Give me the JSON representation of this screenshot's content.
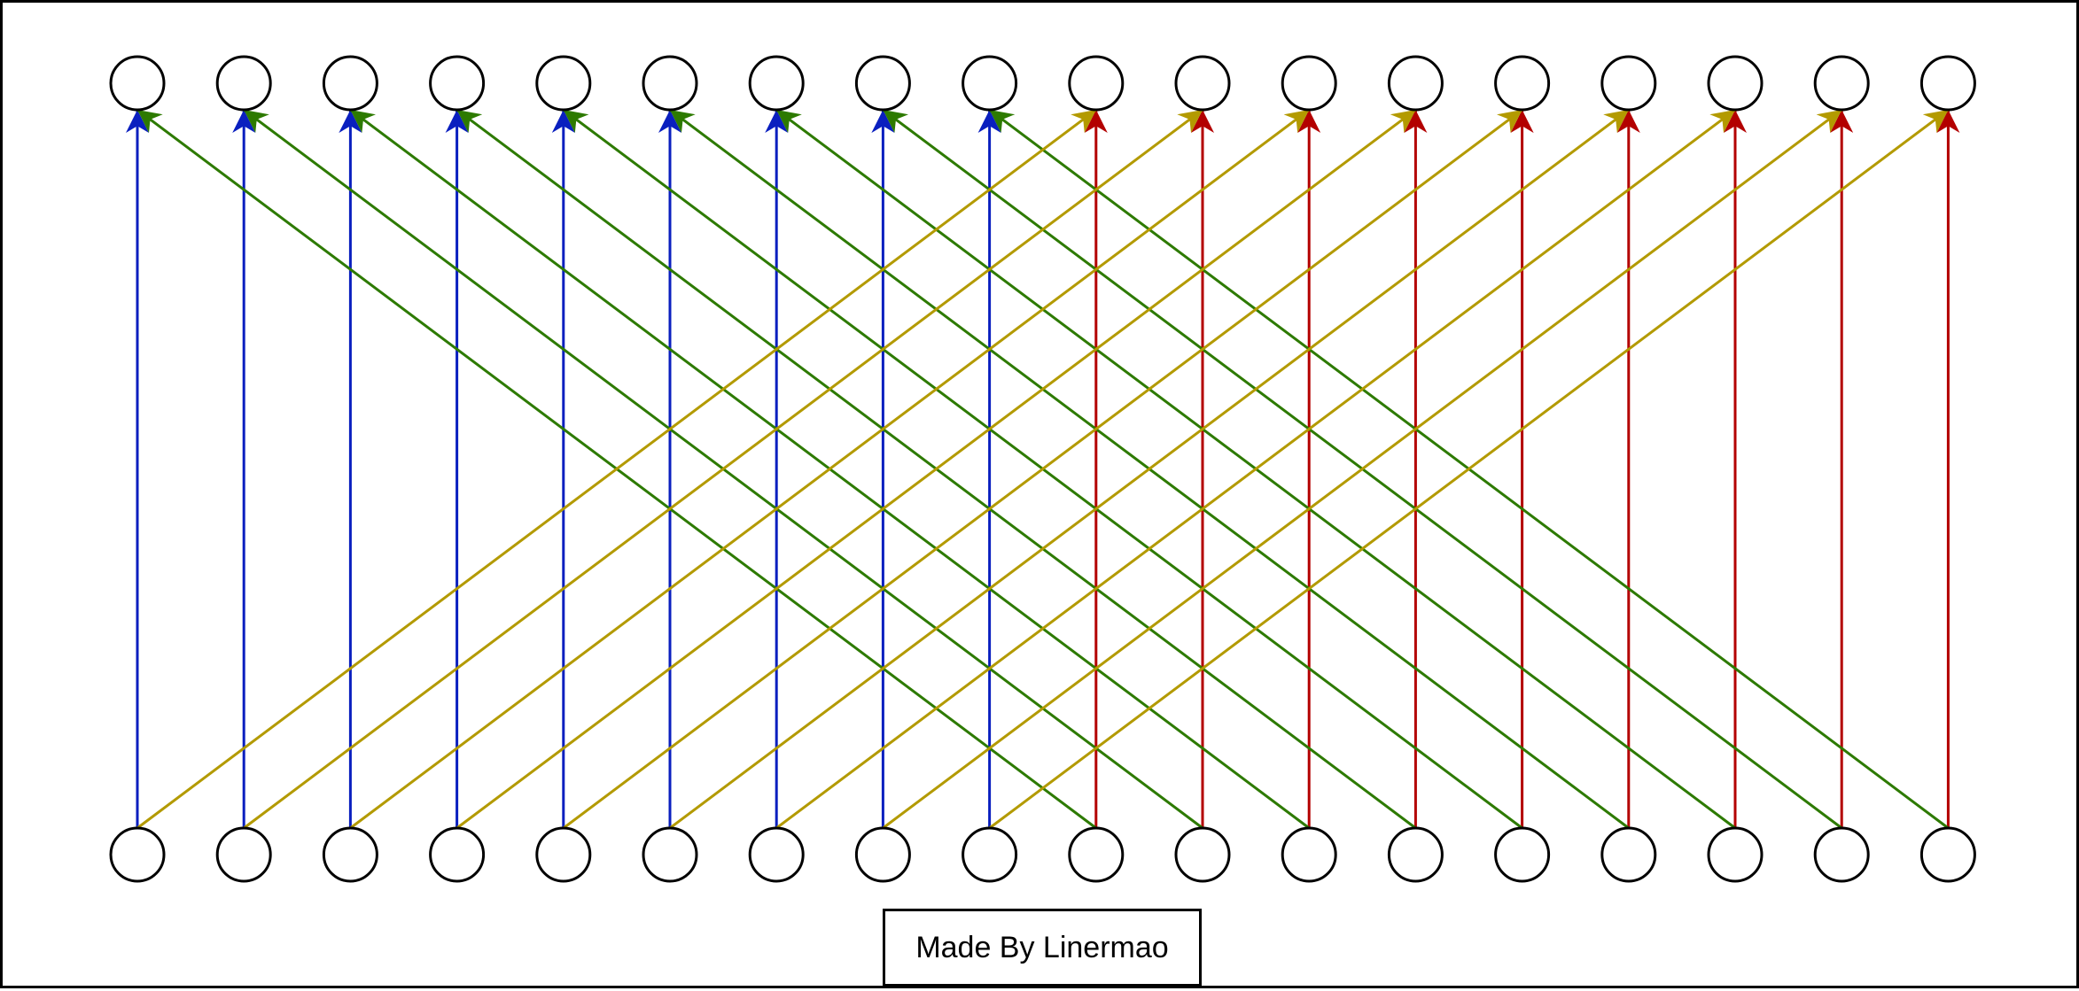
{
  "diagram": {
    "node_count": 18,
    "rows": [
      "top",
      "bottom"
    ],
    "node_style": {
      "fill": "#ffffff",
      "stroke": "#000000"
    },
    "edge_colors": {
      "vertical_left": "#0a1fbf",
      "vertical_right": "#b30000",
      "diagonal_green": "#2d7a00",
      "diagonal_gold": "#b39a00"
    },
    "edges": [
      {
        "from": 0,
        "to": 0,
        "color": "vertical_left"
      },
      {
        "from": 1,
        "to": 1,
        "color": "vertical_left"
      },
      {
        "from": 2,
        "to": 2,
        "color": "vertical_left"
      },
      {
        "from": 3,
        "to": 3,
        "color": "vertical_left"
      },
      {
        "from": 4,
        "to": 4,
        "color": "vertical_left"
      },
      {
        "from": 5,
        "to": 5,
        "color": "vertical_left"
      },
      {
        "from": 6,
        "to": 6,
        "color": "vertical_left"
      },
      {
        "from": 7,
        "to": 7,
        "color": "vertical_left"
      },
      {
        "from": 8,
        "to": 8,
        "color": "vertical_left"
      },
      {
        "from": 9,
        "to": 9,
        "color": "vertical_right"
      },
      {
        "from": 10,
        "to": 10,
        "color": "vertical_right"
      },
      {
        "from": 11,
        "to": 11,
        "color": "vertical_right"
      },
      {
        "from": 12,
        "to": 12,
        "color": "vertical_right"
      },
      {
        "from": 13,
        "to": 13,
        "color": "vertical_right"
      },
      {
        "from": 14,
        "to": 14,
        "color": "vertical_right"
      },
      {
        "from": 15,
        "to": 15,
        "color": "vertical_right"
      },
      {
        "from": 16,
        "to": 16,
        "color": "vertical_right"
      },
      {
        "from": 17,
        "to": 17,
        "color": "vertical_right"
      },
      {
        "from": 9,
        "to": 0,
        "color": "diagonal_green"
      },
      {
        "from": 10,
        "to": 1,
        "color": "diagonal_green"
      },
      {
        "from": 11,
        "to": 2,
        "color": "diagonal_green"
      },
      {
        "from": 12,
        "to": 3,
        "color": "diagonal_green"
      },
      {
        "from": 13,
        "to": 4,
        "color": "diagonal_green"
      },
      {
        "from": 14,
        "to": 5,
        "color": "diagonal_green"
      },
      {
        "from": 15,
        "to": 6,
        "color": "diagonal_green"
      },
      {
        "from": 16,
        "to": 7,
        "color": "diagonal_green"
      },
      {
        "from": 17,
        "to": 8,
        "color": "diagonal_green"
      },
      {
        "from": 0,
        "to": 9,
        "color": "diagonal_gold"
      },
      {
        "from": 1,
        "to": 10,
        "color": "diagonal_gold"
      },
      {
        "from": 2,
        "to": 11,
        "color": "diagonal_gold"
      },
      {
        "from": 3,
        "to": 12,
        "color": "diagonal_gold"
      },
      {
        "from": 4,
        "to": 13,
        "color": "diagonal_gold"
      },
      {
        "from": 5,
        "to": 14,
        "color": "diagonal_gold"
      },
      {
        "from": 6,
        "to": 15,
        "color": "diagonal_gold"
      },
      {
        "from": 7,
        "to": 16,
        "color": "diagonal_gold"
      },
      {
        "from": 8,
        "to": 17,
        "color": "diagonal_gold"
      }
    ]
  },
  "credit": {
    "text": "Made By Linermao"
  }
}
